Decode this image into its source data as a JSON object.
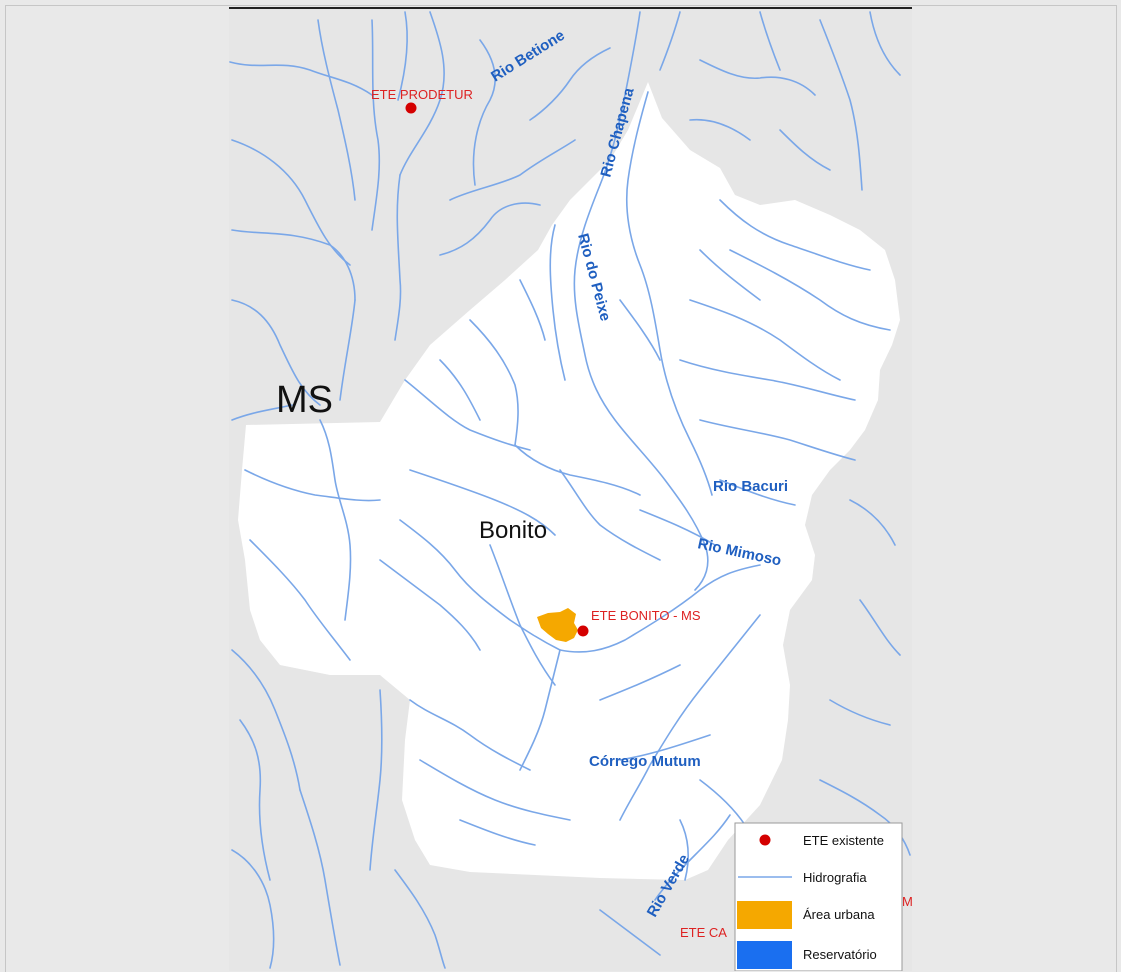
{
  "map": {
    "state_label": "MS",
    "municipality_label": "Bonito",
    "rivers": [
      {
        "id": "betione",
        "label": "Rio Betione"
      },
      {
        "id": "chapena",
        "label": "Rio Chapena"
      },
      {
        "id": "peixe",
        "label": "Rio do Peixe"
      },
      {
        "id": "bacuri",
        "label": "Rio Bacuri"
      },
      {
        "id": "mimoso",
        "label": "Rio Mimoso"
      },
      {
        "id": "mutum",
        "label": "Córrego Mutum"
      },
      {
        "id": "verde",
        "label": "Rio Verde"
      }
    ],
    "ete_points": [
      {
        "id": "prodetur",
        "label": "ETE PRODETUR"
      },
      {
        "id": "bonito",
        "label": "ETE BONITO - MS"
      },
      {
        "id": "partial",
        "label": "ETE CA"
      }
    ]
  },
  "legend": {
    "items": [
      {
        "label": "ETE existente",
        "color": "#d40000",
        "icon": "red-dot-icon"
      },
      {
        "label": "Hidrografia",
        "color": "#7aa7e8",
        "icon": "blue-line-icon"
      },
      {
        "label": "Área urbana",
        "color": "#f5a800",
        "icon": "orange-rect-icon"
      },
      {
        "label": "Reservatório",
        "color": "#1a6ff0",
        "icon": "blue-rect-icon"
      }
    ]
  },
  "colors": {
    "outside": "#e6e6e6",
    "municipality": "#ffffff",
    "river": "#7aa7e8",
    "ete": "#d40000",
    "urban": "#f5a800",
    "reservoir": "#1a6ff0",
    "river_label": "#1f5fc0"
  }
}
